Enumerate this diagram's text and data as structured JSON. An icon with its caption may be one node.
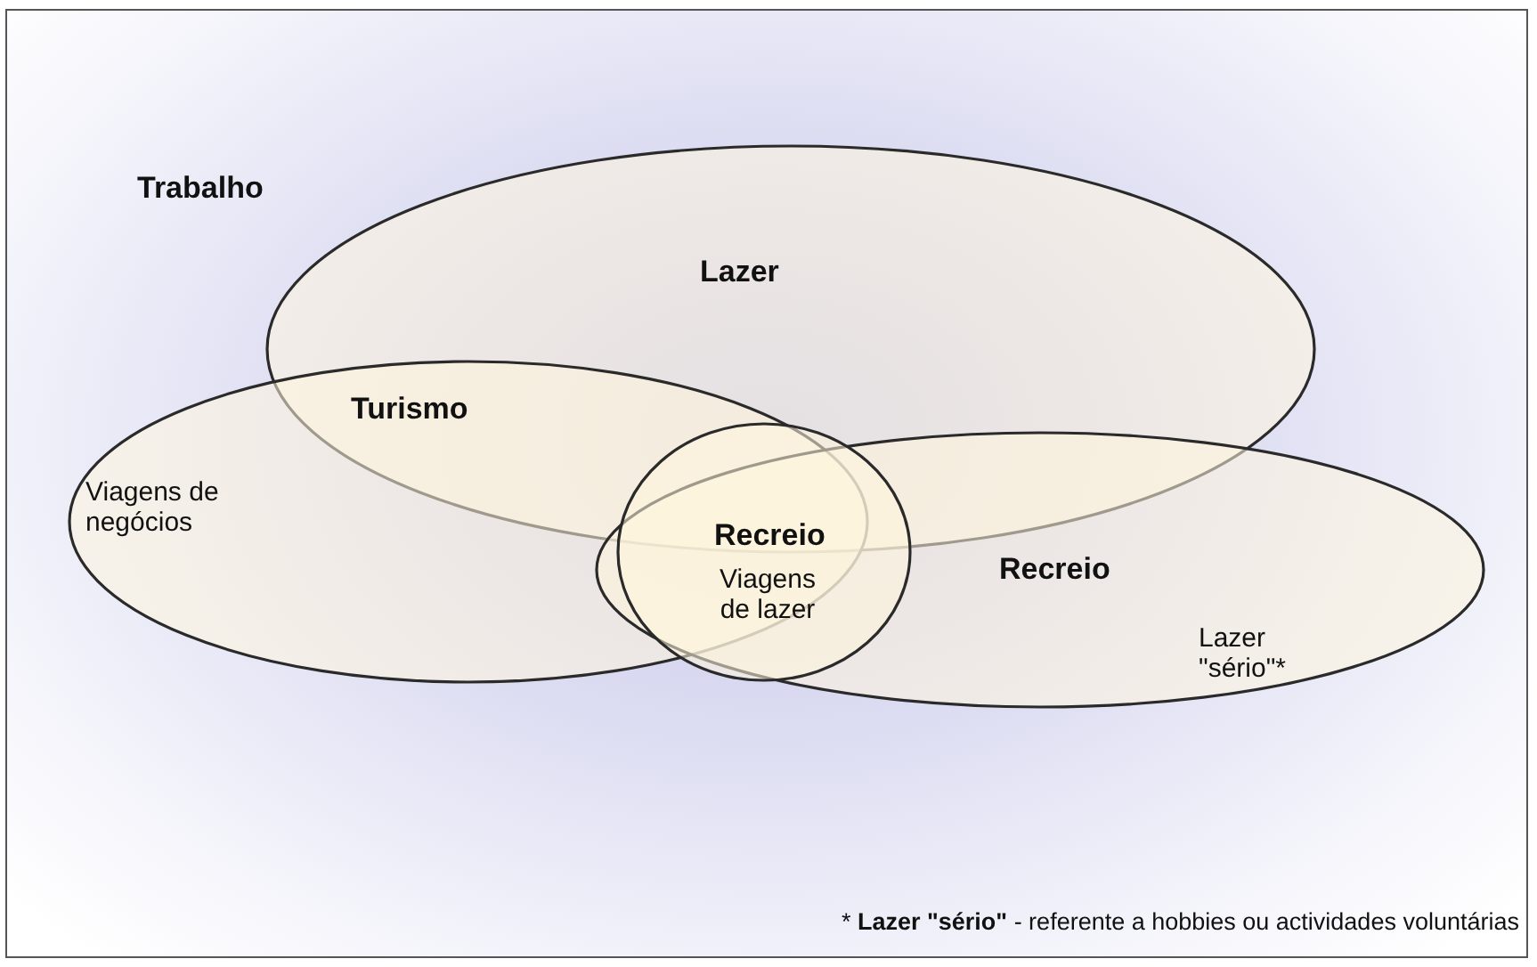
{
  "diagram": {
    "nodes": [
      {
        "text": [
          "Trabalho"
        ]
      },
      {
        "text": [
          "Lazer"
        ],
        "in": 0
      },
      {
        "text": [
          "Turismo",
          "Viagens de negócios"
        ],
        "in": 0
      },
      {
        "text": [
          "Recreio",
          "Lazer \"sério\"*"
        ],
        "in": 0
      },
      {
        "text": [
          "Recreio",
          "Viagens de lazer"
        ],
        "in": 3
      }
    ],
    "labels": [
      "* **Lazer \"sério\"** - referente a hobbies ou actividades voluntárias"
    ]
  }
}
